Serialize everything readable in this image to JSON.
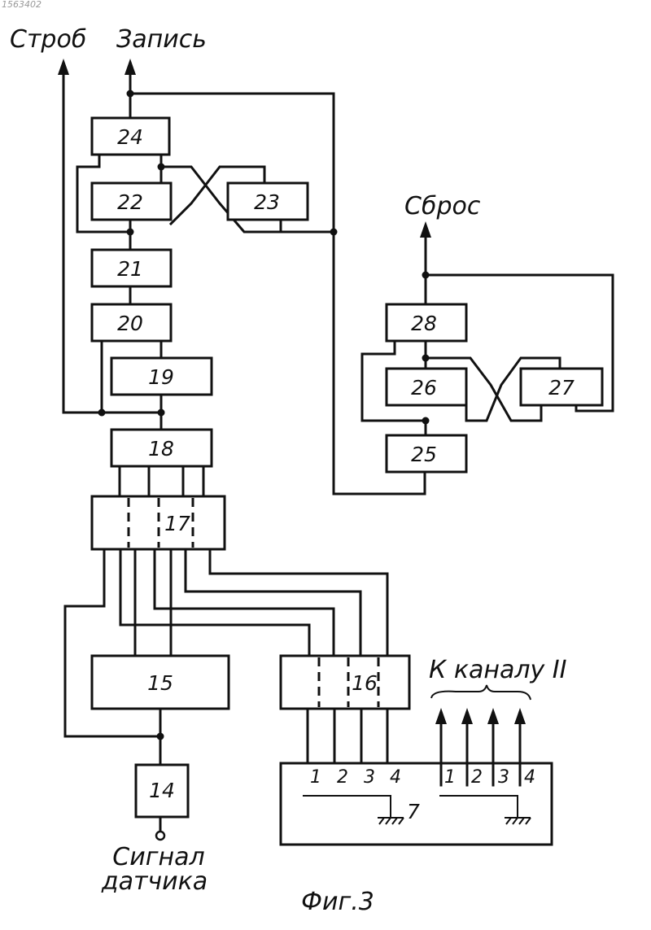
{
  "document_ref": "1563402",
  "labels": {
    "strob": "Строб",
    "zapis": "Запись",
    "sbros": "Сброс",
    "k_kanalu": "К каналу II",
    "signal_line1": "Сигнал",
    "signal_line2": "датчика",
    "caption": "Фиг.3"
  },
  "blocks": {
    "b14": "14",
    "b15": "15",
    "b16": "16",
    "b17": "17",
    "b18": "18",
    "b19": "19",
    "b20": "20",
    "b21": "21",
    "b22": "22",
    "b23": "23",
    "b24": "24",
    "b25": "25",
    "b26": "26",
    "b27": "27",
    "b28": "28"
  },
  "switch": {
    "label": "7",
    "group_a_pins": [
      "1",
      "2",
      "3",
      "4"
    ],
    "group_b_pins": [
      "1",
      "2",
      "3",
      "4"
    ]
  }
}
